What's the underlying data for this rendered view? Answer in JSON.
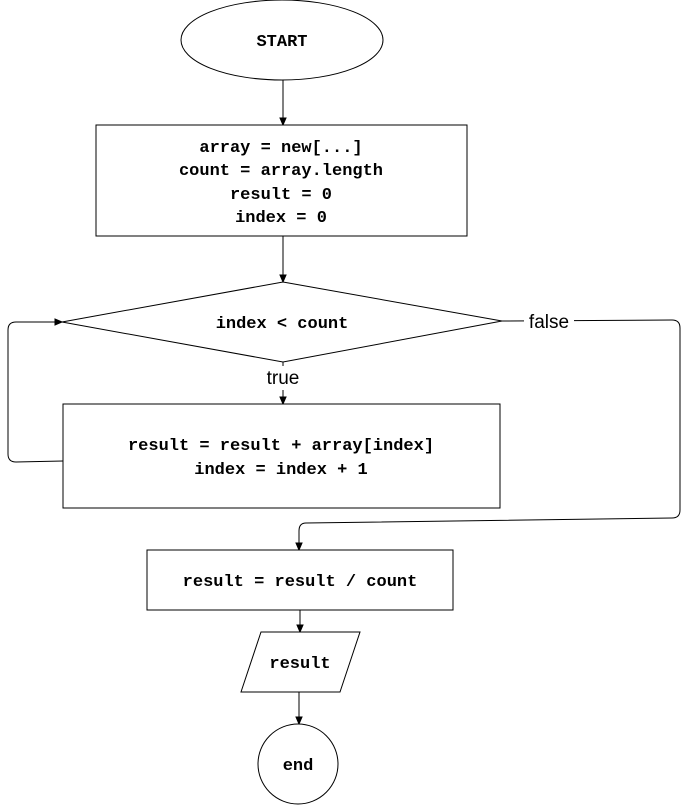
{
  "nodes": {
    "start": {
      "text": "START"
    },
    "init": {
      "lines": [
        "array = new[...]",
        "count = array.length",
        "result = 0",
        "index = 0"
      ]
    },
    "condition": {
      "text": "index < count"
    },
    "loop_body": {
      "lines": [
        "result = result + array[index]",
        "index = index + 1"
      ]
    },
    "divide": {
      "text": "result = result / count"
    },
    "output": {
      "text": "result"
    },
    "end": {
      "text": "end"
    }
  },
  "edges": {
    "true_label": "true",
    "false_label": "false"
  }
}
